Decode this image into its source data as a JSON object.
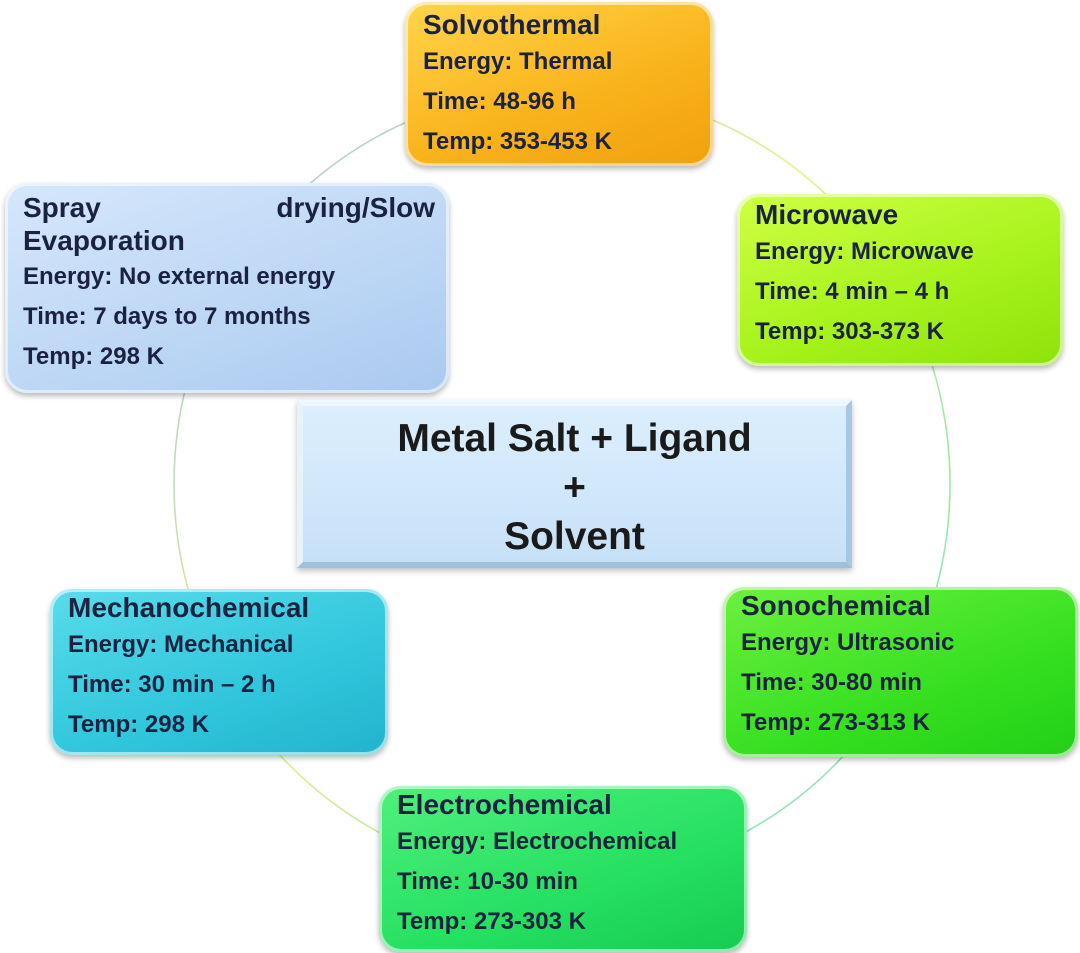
{
  "center": {
    "line1": "Metal Salt + Ligand",
    "line2": "+",
    "line3": "Solvent"
  },
  "methods": {
    "solvothermal": {
      "title": "Solvothermal",
      "energy": "Energy: Thermal",
      "time": "Time: 48-96 h",
      "temp": "Temp: 353-453 K"
    },
    "microwave": {
      "title": "Microwave",
      "energy": "Energy: Microwave",
      "time": "Time: 4 min – 4 h",
      "temp": "Temp: 303-373 K"
    },
    "spray": {
      "title_word1": "Spray",
      "title_word2": "drying/Slow",
      "title_word3": "Evaporation",
      "energy": "Energy: No external energy",
      "time": "Time: 7 days to 7 months",
      "temp": "Temp: 298 K"
    },
    "mechanochemical": {
      "title": "Mechanochemical",
      "energy": "Energy: Mechanical",
      "time": "Time: 30 min – 2 h",
      "temp": "Temp: 298 K"
    },
    "sonochemical": {
      "title": "Sonochemical",
      "energy": "Energy: Ultrasonic",
      "time": "Time: 30-80 min",
      "temp": "Temp: 273-313 K"
    },
    "electrochemical": {
      "title": "Electrochemical",
      "energy": "Energy: Electrochemical",
      "time": "Time: 10-30 min",
      "temp": "Temp: 273-303 K"
    }
  },
  "colors": {
    "solvothermal": "#f9b21a",
    "microwave": "#a5f21a",
    "spray": "#bcd6f5",
    "mechanochemical": "#30c6dc",
    "sonochemical": "#36e020",
    "electrochemical": "#25e061",
    "center": "#d0e7fb"
  }
}
